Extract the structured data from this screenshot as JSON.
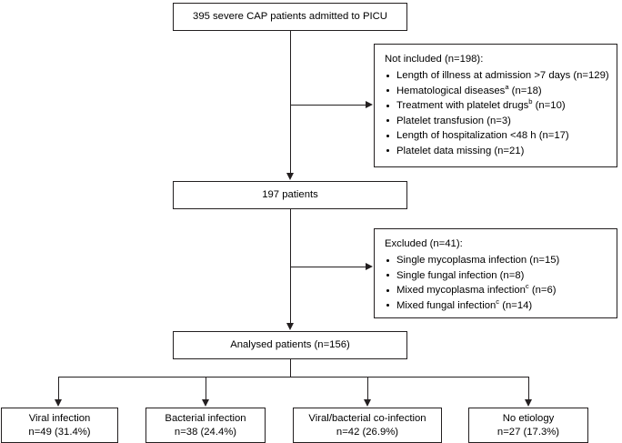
{
  "diagram": {
    "title": "CAP patient selection flow diagram",
    "colors": {
      "line": "#231f20",
      "text": "#000000",
      "background": "#ffffff"
    },
    "nodes": {
      "enrolled": {
        "label": "395 severe CAP patients admitted to PICU"
      },
      "not_included": {
        "title": "Not included (n=198):",
        "items": [
          {
            "text": "Length of illness at admission >7 days (n=129)",
            "sup": ""
          },
          {
            "text": "Hematological diseases",
            "sup": "a",
            "suffix": " (n=18)"
          },
          {
            "text": "Treatment with platelet drugs",
            "sup": "b",
            "suffix": " (n=10)"
          },
          {
            "text": "Platelet transfusion (n=3)",
            "sup": ""
          },
          {
            "text": "Length of hospitalization <48 h (n=17)",
            "sup": ""
          },
          {
            "text": "Platelet data missing (n=21)",
            "sup": ""
          }
        ]
      },
      "remaining": {
        "label": "197 patients"
      },
      "excluded": {
        "title": "Excluded (n=41):",
        "items": [
          {
            "text": "Single mycoplasma infection (n=15)",
            "sup": ""
          },
          {
            "text": "Single fungal infection (n=8)",
            "sup": ""
          },
          {
            "text": "Mixed mycoplasma infection",
            "sup": "c",
            "suffix": " (n=6)"
          },
          {
            "text": "Mixed fungal infection",
            "sup": "c",
            "suffix": " (n=14)"
          }
        ]
      },
      "analysed": {
        "label": "Analysed patients (n=156)"
      },
      "outcomes": [
        {
          "name": "Viral infection",
          "stat": "n=49 (31.4%)"
        },
        {
          "name": "Bacterial infection",
          "stat": "n=38 (24.4%)"
        },
        {
          "name": "Viral/bacterial co-infection",
          "stat": "n=42 (26.9%)"
        },
        {
          "name": "No etiology",
          "stat": "n=27 (17.3%)"
        }
      ]
    }
  }
}
